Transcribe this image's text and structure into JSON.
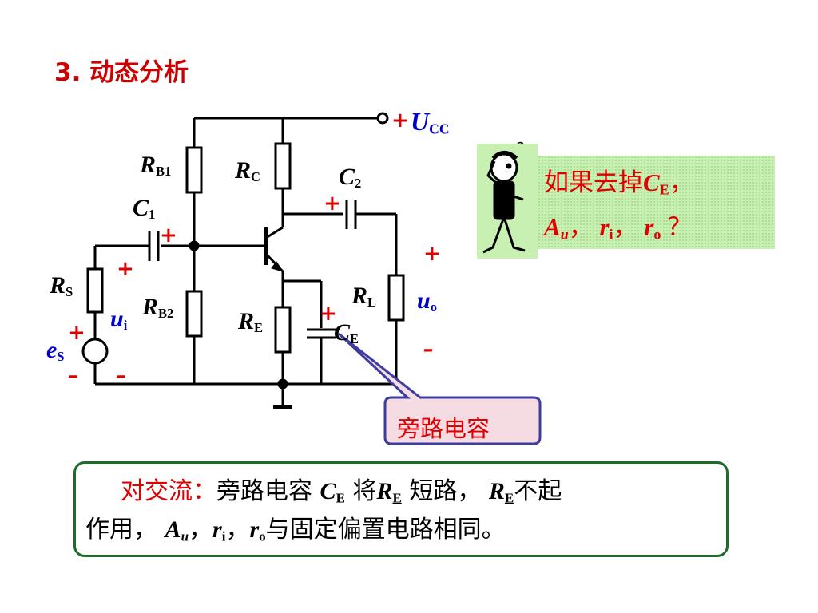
{
  "heading": "3. 动态分析",
  "circuit": {
    "supply": {
      "plus": "+",
      "letter": "U",
      "sub": "CC"
    },
    "rb1": {
      "letter": "R",
      "sub": "B1"
    },
    "rc": {
      "letter": "R",
      "sub": "C"
    },
    "c2": {
      "letter": "C",
      "sub": "2"
    },
    "c1": {
      "letter": "C",
      "sub": "1"
    },
    "rs": {
      "letter": "R",
      "sub": "S"
    },
    "ui": {
      "letter": "u",
      "sub": "i"
    },
    "rb2": {
      "letter": "R",
      "sub": "B2"
    },
    "re": {
      "letter": "R",
      "sub": "E"
    },
    "ce": {
      "letter": "C",
      "sub": "E"
    },
    "rl": {
      "letter": "R",
      "sub": "L"
    },
    "uo": {
      "letter": "u",
      "sub": "o"
    },
    "es": {
      "letter": "e",
      "sub": "S"
    },
    "plus": "+",
    "minus": "–"
  },
  "question": {
    "line1_prefix": "如果去掉",
    "line1_letter": "C",
    "line1_sub": "E",
    "line1_suffix": "，",
    "line2": {
      "a": "A",
      "a_sub": "u",
      "sep": "，",
      "r": "r",
      "ri_sub": "i",
      "ro_sub": "o",
      "end": " ？"
    }
  },
  "callout": "旁路电容",
  "note": {
    "label": "对交流：",
    "text1": "旁路电容 ",
    "ce_letter": "C",
    "ce_sub": "E",
    "text2": " 将",
    "re_letter": "R",
    "re_sub": "E",
    "text3": " 短路， ",
    "text4": "不起",
    "text5": "作用， ",
    "a": "A",
    "a_sub": "u",
    "sep": "，",
    "r": "r",
    "ri_sub": "i",
    "ro_sub": "o",
    "text6": "与固定偏置电路相同。"
  },
  "colors": {
    "accent": "#e00000",
    "wire": "#000000",
    "question_bg": "#c9f0b3",
    "note_border": "#1e6b2a",
    "callout_border": "#3d3d9e"
  }
}
